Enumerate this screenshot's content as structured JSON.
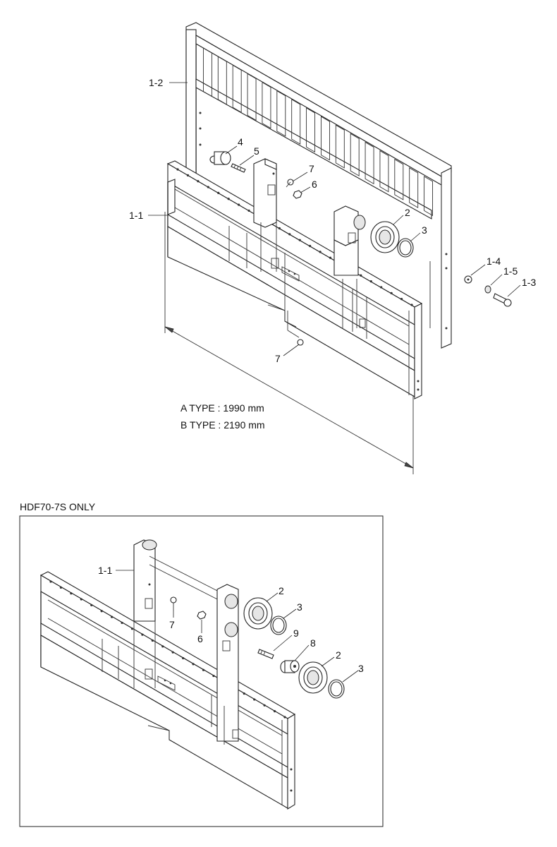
{
  "top_assembly": {
    "labels": {
      "l12": "1-2",
      "l11": "1-1",
      "l4": "4",
      "l5": "5",
      "l7a": "7",
      "l6": "6",
      "l2": "2",
      "l3": "3",
      "l14": "1-4",
      "l15": "1-5",
      "l13": "1-3",
      "l7b": "7"
    },
    "type_a": "A TYPE : 1990 mm",
    "type_b": "B TYPE : 2190 mm"
  },
  "inset": {
    "caption": "HDF70-7S ONLY",
    "labels": {
      "l11": "1-1",
      "l2a": "2",
      "l3a": "3",
      "l9": "9",
      "l8": "8",
      "l2b": "2",
      "l3b": "3",
      "l7": "7",
      "l6": "6"
    }
  }
}
